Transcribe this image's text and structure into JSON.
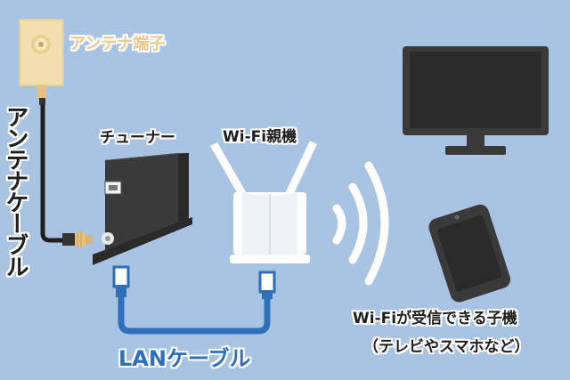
{
  "labels": {
    "antenna_terminal": "アンテナ端子",
    "antenna_cable": "アンテナケーブル",
    "tuner": "チューナー",
    "wifi_router": "Wi-Fi親機",
    "lan_cable": "LANケーブル",
    "child_device_line1": "Wi-Fiが受信できる子機",
    "child_device_line2": "（テレビやスマホなど）"
  },
  "colors": {
    "background": "#a9c3e3",
    "lan_cable": "#2d6fb8",
    "antenna_plate": "#f1dfb0",
    "device_dark": "#3a3a3a",
    "router_body": "#ffffff",
    "tuner_red_card": "#d8243c"
  }
}
